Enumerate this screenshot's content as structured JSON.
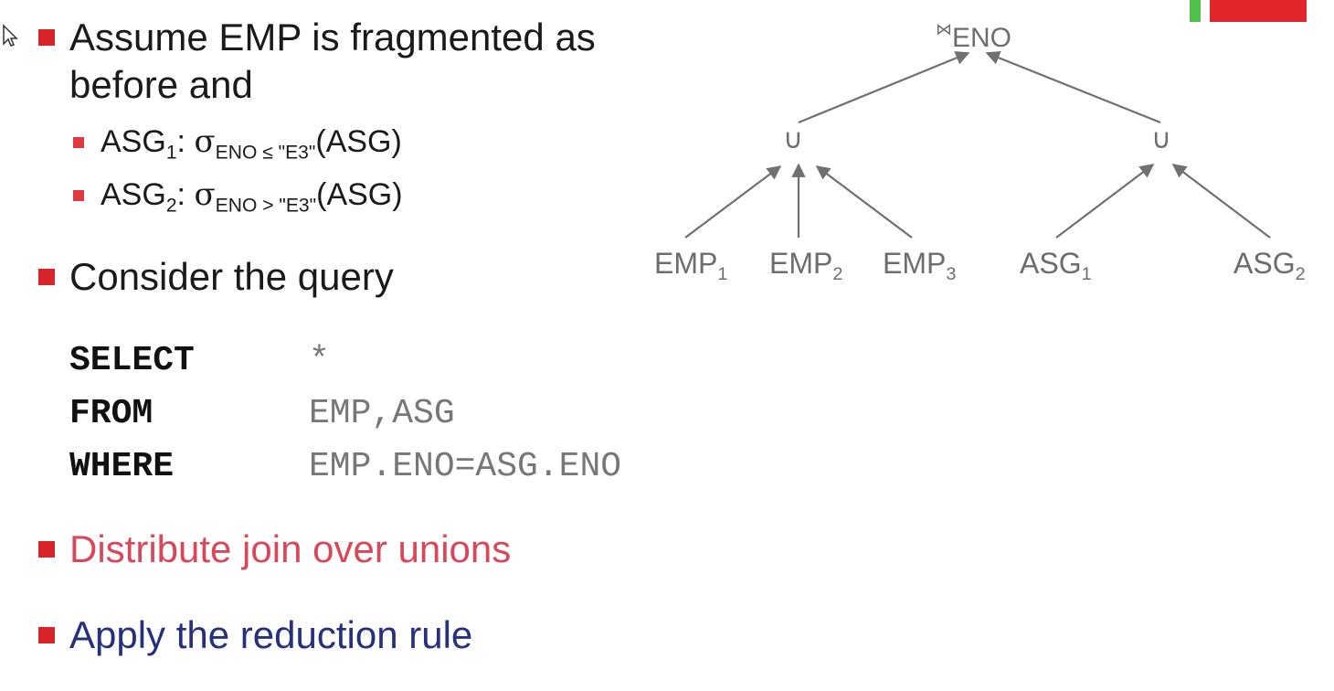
{
  "slide": {
    "bullets": [
      {
        "line1": "Assume EMP is fragmented as",
        "line2": "before and"
      },
      {
        "text": "Consider the query"
      },
      {
        "text": "Distribute join over unions",
        "color": "#d9485a"
      },
      {
        "text": "Apply the reduction rule",
        "color": "#26307d"
      }
    ],
    "sub_bullets": [
      {
        "name": "ASG",
        "index": "1",
        "sep": ":",
        "sigma": "σ",
        "cond": "ENO ≤ \"E3\"",
        "arg": "(ASG)"
      },
      {
        "name": "ASG",
        "index": "2",
        "sep": ":",
        "sigma": "σ",
        "cond": "ENO > \"E3\"",
        "arg": "(ASG)"
      }
    ],
    "query": {
      "select_kw": "SELECT",
      "select_val": "*",
      "from_kw": "FROM",
      "from_val": "EMP,ASG",
      "where_kw": "WHERE",
      "where_val": "EMP.ENO=ASG.ENO"
    }
  },
  "tree": {
    "root": {
      "symbol": "⋈",
      "label": "ENO"
    },
    "unions": [
      "∪",
      "∪"
    ],
    "leaves": [
      {
        "name": "EMP",
        "index": "1"
      },
      {
        "name": "EMP",
        "index": "2"
      },
      {
        "name": "EMP",
        "index": "3"
      },
      {
        "name": "ASG",
        "index": "1"
      },
      {
        "name": "ASG",
        "index": "2"
      }
    ],
    "edge_color": "#707070"
  },
  "corner_marks": {
    "green": "#4fc04a",
    "red": "#e0262b"
  }
}
